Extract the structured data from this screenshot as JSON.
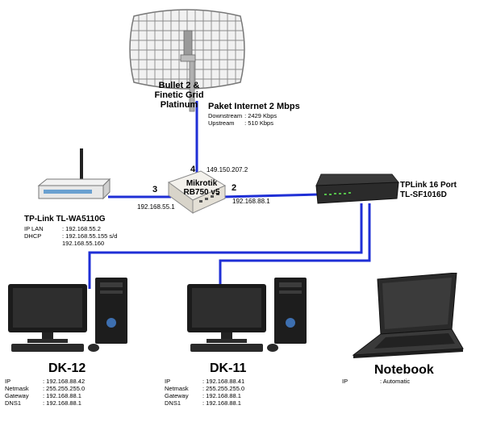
{
  "antenna": {
    "label_line1": "Bullet 2 &",
    "label_line2": "Finetic Grid",
    "label_line3": "Platinum"
  },
  "internet": {
    "title": "Paket Internet 2 Mbps",
    "rows": [
      {
        "k": "Downstream",
        "v": ": 2429 Kbps"
      },
      {
        "k": "Upstream",
        "v": ": 510 Kbps"
      }
    ]
  },
  "router": {
    "label_line1": "Mikrotik",
    "label_line2": "RB750 v5",
    "port_wan": "4",
    "port_ap": "3",
    "port_lan": "2",
    "ip_wan": "149.150.207.2",
    "ip_ap": "192.168.55.1",
    "ip_lan": "192.168.88.1"
  },
  "ap": {
    "title": "TP-Link TL-WA5110G",
    "rows": [
      {
        "k": "IP LAN",
        "v": ": 192.168.55.2"
      },
      {
        "k": "DHCP",
        "v": ": 192.168.55.155 s/d"
      },
      {
        "k": "",
        "v": "  192.168.55.160"
      }
    ]
  },
  "switch": {
    "label_line1": "TPLink 16 Port",
    "label_line2": "TL-SF1016D"
  },
  "dk12": {
    "title": "DK-12",
    "rows": [
      {
        "k": "IP",
        "v": ": 192.168.88.42"
      },
      {
        "k": "Netmask",
        "v": ": 255.255.255.0"
      },
      {
        "k": "Gateway",
        "v": ": 192.168.88.1"
      },
      {
        "k": "DNS1",
        "v": ": 192.168.88.1"
      }
    ]
  },
  "dk11": {
    "title": "DK-11",
    "rows": [
      {
        "k": "IP",
        "v": ": 192.168.88.41"
      },
      {
        "k": "Netmask",
        "v": ": 255.255.255.0"
      },
      {
        "k": "Gateway",
        "v": ": 192.168.88.1"
      },
      {
        "k": "DNS1",
        "v": ": 192.168.88.1"
      }
    ]
  },
  "notebook": {
    "title": "Notebook",
    "rows": [
      {
        "k": "IP",
        "v": ": Automatic"
      }
    ]
  },
  "colors": {
    "link": "#1f2fd6",
    "switch_body": "#2b2b2b",
    "router_body": "#e9e6df"
  }
}
